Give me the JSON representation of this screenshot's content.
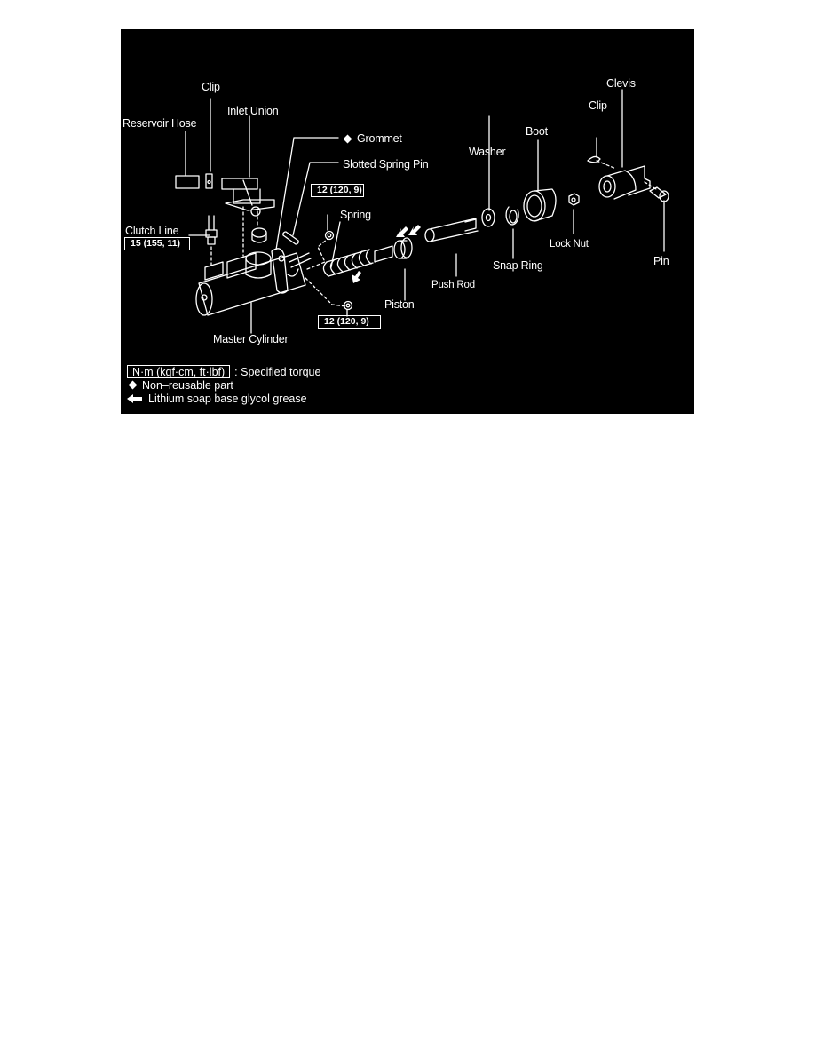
{
  "diagram": {
    "background": "#000000",
    "foreground": "#ffffff",
    "labels": {
      "clip_top": "Clip",
      "reservoir_hose": "Reservoir Hose",
      "inlet_union": "Inlet Union",
      "grommet": "Grommet",
      "slotted_spring_pin": "Slotted Spring Pin",
      "spring": "Spring",
      "clutch_line": "Clutch Line",
      "piston": "Piston",
      "push_rod": "Push Rod",
      "washer": "Washer",
      "snap_ring": "Snap Ring",
      "boot": "Boot",
      "lock_nut": "Lock Nut",
      "clip_right": "Clip",
      "clevis": "Clevis",
      "pin": "Pin",
      "master_cylinder": "Master Cylinder"
    },
    "torque_boxes": {
      "clutch_line": "15 (155, 11)",
      "nut_upper": "12 (120, 9)",
      "nut_lower": "12 (120, 9)"
    },
    "legend": {
      "torque_unit": "N·m (kgf·cm, ft·lbf)",
      "torque_desc": ": Specified torque",
      "non_reusable": "Non–reusable part",
      "grease": "Lithium soap base glycol grease"
    }
  }
}
